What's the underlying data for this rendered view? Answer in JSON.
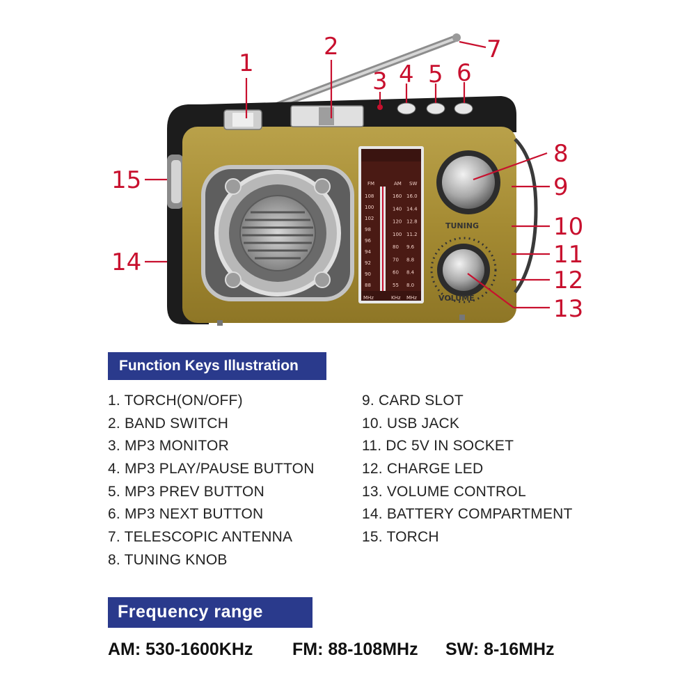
{
  "callouts": [
    "1",
    "2",
    "3",
    "4",
    "5",
    "6",
    "7",
    "8",
    "9",
    "10",
    "11",
    "12",
    "13",
    "14",
    "15"
  ],
  "radio": {
    "tuning_label": "TUNING",
    "volume_label": "VOLUME",
    "dial": {
      "band_fm": "FM",
      "band_am": "AM",
      "band_sw": "SW",
      "fm_scale": [
        "108",
        "100",
        "102",
        "98",
        "96",
        "94",
        "92",
        "90",
        "88"
      ],
      "am_scale": [
        "160",
        "140",
        "120",
        "100",
        "80",
        "70",
        "60",
        "55"
      ],
      "sw_scale": [
        "16.0",
        "14.4",
        "12.8",
        "11.2",
        "9.6",
        "8.8",
        "8.4",
        "8.0"
      ],
      "unit_mhz": "MHz",
      "unit_khz": "KHz",
      "unit_sw": "MHz"
    }
  },
  "function_keys": {
    "heading": "Function Keys Illustration",
    "left": [
      "1. TORCH(ON/OFF)",
      "2. BAND SWITCH",
      "3. MP3 MONITOR",
      "4. MP3 PLAY/PAUSE BUTTON",
      "5. MP3 PREV BUTTON",
      "6. MP3 NEXT BUTTON",
      "7. TELESCOPIC ANTENNA",
      "8. TUNING KNOB"
    ],
    "right": [
      "9. CARD SLOT",
      "10. USB JACK",
      "11. DC 5V IN SOCKET",
      "12. CHARGE LED",
      "13. VOLUME CONTROL",
      "14. BATTERY COMPARTMENT",
      "15. TORCH"
    ]
  },
  "frequency": {
    "heading": "Frequency range",
    "am": "AM: 530-1600KHz",
    "fm": "FM: 88-108MHz",
    "sw": "SW: 8-16MHz"
  },
  "colors": {
    "callout": "#c8102e",
    "heading_bg": "#2a3a8c",
    "body_gold": "#a88f3a",
    "body_dark": "#1c1c1c"
  }
}
